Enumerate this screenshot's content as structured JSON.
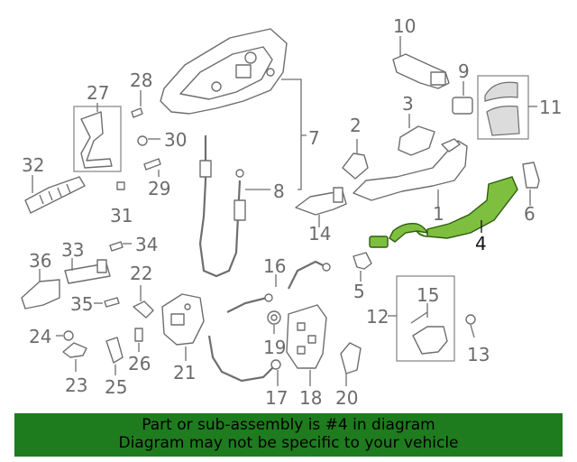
{
  "callouts": {
    "c1": "1",
    "c2": "2",
    "c3": "3",
    "c4": "4",
    "c5": "5",
    "c6": "6",
    "c7": "7",
    "c8": "8",
    "c10": "10",
    "c11": "11",
    "c12": "12",
    "c13": "13",
    "c14": "14",
    "c15": "15",
    "c16": "16",
    "c17": "17",
    "c18": "18",
    "c19": "19",
    "c20": "20",
    "c21": "21",
    "c22": "22",
    "c23": "23",
    "c24": "24",
    "c25": "25",
    "c26": "26",
    "c27": "27",
    "c28": "28",
    "c29": "29",
    "c30": "30",
    "c31": "31",
    "c32": "32",
    "c33": "33",
    "c34": "34",
    "c35": "35",
    "c36": "36",
    "c9": "9"
  },
  "highlighted_part": "4",
  "colors": {
    "highlight": "#7fbf3f",
    "banner": "#1e7c1e",
    "line": "#6e6e6e"
  },
  "banner": {
    "line1": "Part or sub-assembly is #4 in diagram",
    "line2": "Diagram may not be specific to your vehicle"
  }
}
